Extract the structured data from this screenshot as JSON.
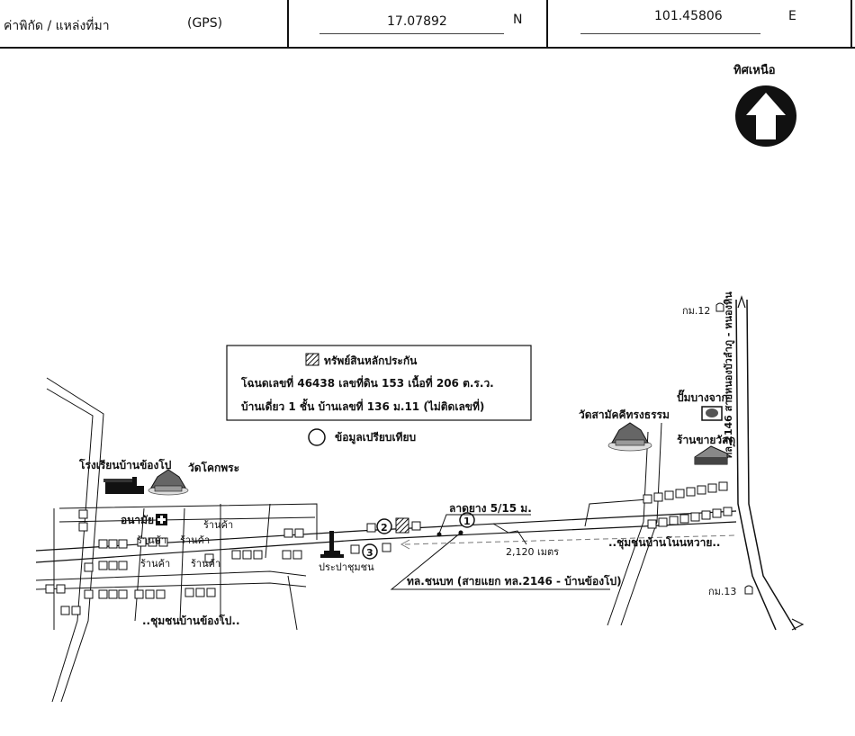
{
  "header": {
    "coord_label": "ค่าพิกัด / แหล่งที่มา",
    "source": "(GPS)",
    "lat_value": "17.07892",
    "lat_unit": "N",
    "lon_value": "101.45806",
    "lon_unit": "E"
  },
  "north": {
    "label": "ทิศเหนือ"
  },
  "legend": {
    "collateral": "ทรัพย์สินหลักประกัน",
    "deed": "โฉนดเลขที่ 46438 เลขที่ดิน 153 เนื้อที่ 206 ต.ร.ว.",
    "house": "บ้านเดี่ยว  1 ชั้น บ้านเลขที่ 136 ม.11 (ไม่ติดเลขที่)",
    "comparison": "ข้อมูลเปรียบเทียบ"
  },
  "map": {
    "km12": "กม.12",
    "km13": "กม.13",
    "gas_station": "ปั๊มบางจาก",
    "construction_shop": "ร้านขายวัสดุ",
    "wat_right": "วัดสามัคคีทรงธรรม",
    "highway_label": "ทล.2146  สายหนองบัวลำภู - หนองหิน",
    "school": "โรงเรียนบ้านข้องโป",
    "wat_left": "วัดโคกพระ",
    "health_center": "อนามัย",
    "shop1": "ร้านค้า",
    "shop2": "ร้านค้า",
    "shop3": "ร้านค้า",
    "shop4": "ร้านค้า",
    "shop5": "ร้านค้า",
    "water_supply": "ประปาชุมชน",
    "road_label": "ลาดยาง 5/15 ม.",
    "distance": "2,120 เมตร",
    "road_name": "ทล.ชนบท (สายแยก ทล.2146 - บ้านข้องโป)",
    "community_right": "..ชุมชนบ้านโนนหวาย..",
    "community_left": "..ชุมชนบ้านข้องโป..",
    "marker1": "1",
    "marker2": "2",
    "marker3": "3"
  }
}
